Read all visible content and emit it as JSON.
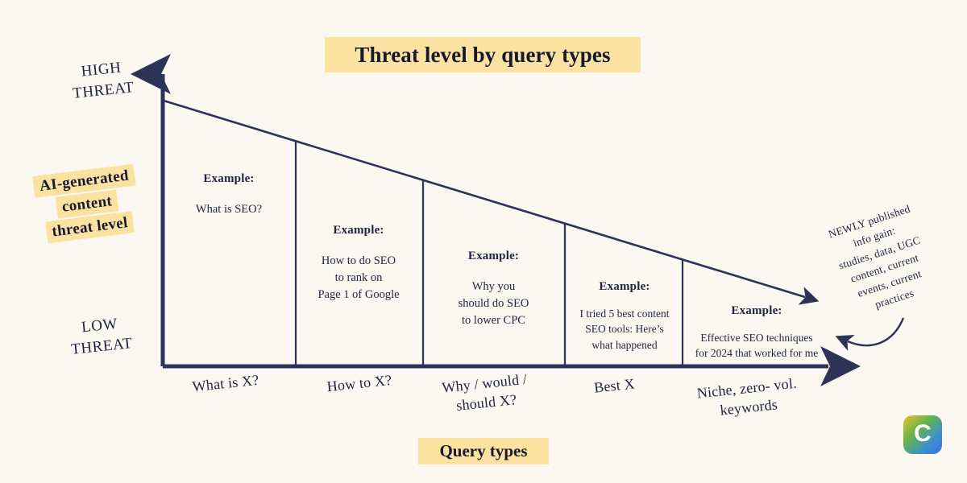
{
  "canvas": {
    "background_color": "#FBF8F1",
    "ink_color": "#1E2340",
    "highlight_color": "#FBE2A0"
  },
  "title": "Threat level by query types",
  "axes": {
    "y_high_label": "HIGH\nTHREAT",
    "y_low_label": "LOW\nTHREAT",
    "y_caption_lines": [
      "AI-generated",
      "content",
      "threat level"
    ],
    "x_caption": "Query types"
  },
  "columns": [
    {
      "tick_label": "What is X?",
      "example_heading": "Example:",
      "example_text": "What is SEO?"
    },
    {
      "tick_label": "How to X?",
      "example_heading": "Example:",
      "example_text": "How to do SEO\nto rank on\nPage 1 of Google"
    },
    {
      "tick_label": "Why / would /\nshould X?",
      "example_heading": "Example:",
      "example_text": "Why you\nshould do SEO\nto lower CPC"
    },
    {
      "tick_label": "Best X",
      "example_heading": "Example:",
      "example_text": "I tried 5 best content\nSEO tools: Here’s\nwhat happened"
    },
    {
      "tick_label": "Niche, zero- vol.\nkeywords",
      "example_heading": "Example:",
      "example_text": "Effective SEO techniques\nfor 2024 that worked for me"
    }
  ],
  "annotation": {
    "text": "NEWLY published\ninfo gain:\nstudies, data, UGC\ncontent, current\nevents, current\npractices"
  },
  "logo": {
    "letter": "C"
  },
  "chart_data": {
    "type": "line",
    "title": "Threat level by query types",
    "xlabel": "Query types",
    "ylabel": "AI-generated content threat level",
    "categories": [
      "What is X?",
      "How to X?",
      "Why / would / should X?",
      "Best X",
      "Niche, zero- vol. keywords"
    ],
    "series": [
      {
        "name": "AI-generated content threat level",
        "values": [
          100,
          84,
          72,
          58,
          45
        ]
      }
    ],
    "ylim": [
      0,
      100
    ],
    "y_tick_labels": [
      "LOW THREAT",
      "HIGH THREAT"
    ],
    "grid": false,
    "legend": "none",
    "trend": "monotonically decreasing left to right",
    "annotations": [
      "NEWLY published info gain: studies, data, UGC content, current events, current practices"
    ]
  }
}
